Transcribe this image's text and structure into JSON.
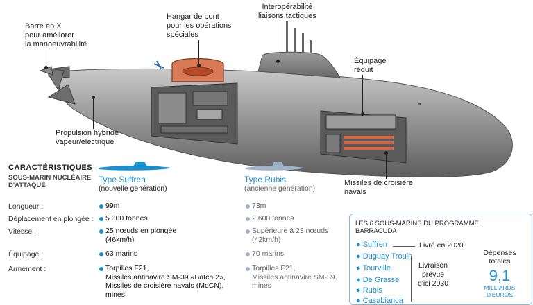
{
  "labels": {
    "barre": "Barre en X\npour améliorer\nla manoeuvrabilité",
    "hangar": "Hangar de pont\npour les opérations\nspéciales",
    "interop": "Interopérabilité\nliaisons tactiques",
    "equipage": "Équipage\nréduit",
    "propulsion": "Propulsion hybride\nvapeur/électrique",
    "missiles": "Missiles de croisière\nnavals"
  },
  "specs": {
    "section_title": "CARACTÉRISTIQUES",
    "section_subtitle": "SOUS-MARIN NUCLÉAIRE\nD'ATTAQUE",
    "suffren": {
      "name": "Type Suffren",
      "sub": "(nouvelle génération)"
    },
    "rubis": {
      "name": "Type Rubis",
      "sub": "(ancienne génération)"
    },
    "rows": [
      {
        "label": "Longueur :",
        "suffren": "99m",
        "rubis": "73m"
      },
      {
        "label": "Déplacement en plongée :",
        "suffren": "5 300 tonnes",
        "rubis": "2 600 tonnes"
      },
      {
        "label": "Vitesse :",
        "suffren": "25 nœuds en plongée\n(46km/h)",
        "rubis": "Supérieure à 23 nœuds\n(42km/h)"
      },
      {
        "label": "Équipage :",
        "suffren": "63 marins",
        "rubis": "70 marins"
      },
      {
        "label": "Armement :",
        "suffren": "Torpilles F21,\nMissiles antinavire SM-39 «Batch 2»,\nMissiles de croisière navals (MdCN),\nmines",
        "rubis": "Torpilles F21,\nMissiles antinavire SM-39,\nmines"
      }
    ]
  },
  "programme": {
    "title": "LES 6 SOUS-MARINS DU PROGRAMME\nBARRACUDA",
    "boats": [
      "Suffren",
      "Duguay Trouin",
      "Tourville",
      "De Grasse",
      "Rubis",
      "Casabianca"
    ],
    "delivered": "Livré en 2020",
    "planned": "Livraison\nprévue\nd'ici 2030",
    "spend_label": "Dépenses\ntotales",
    "spend_value": "9,1",
    "spend_unit": "MILLIARDS\nD'EUROS"
  },
  "colors": {
    "hull": "#8a8a8a",
    "accent_blue": "#1a8fd0",
    "rubis_grey": "#9fb3c8"
  }
}
